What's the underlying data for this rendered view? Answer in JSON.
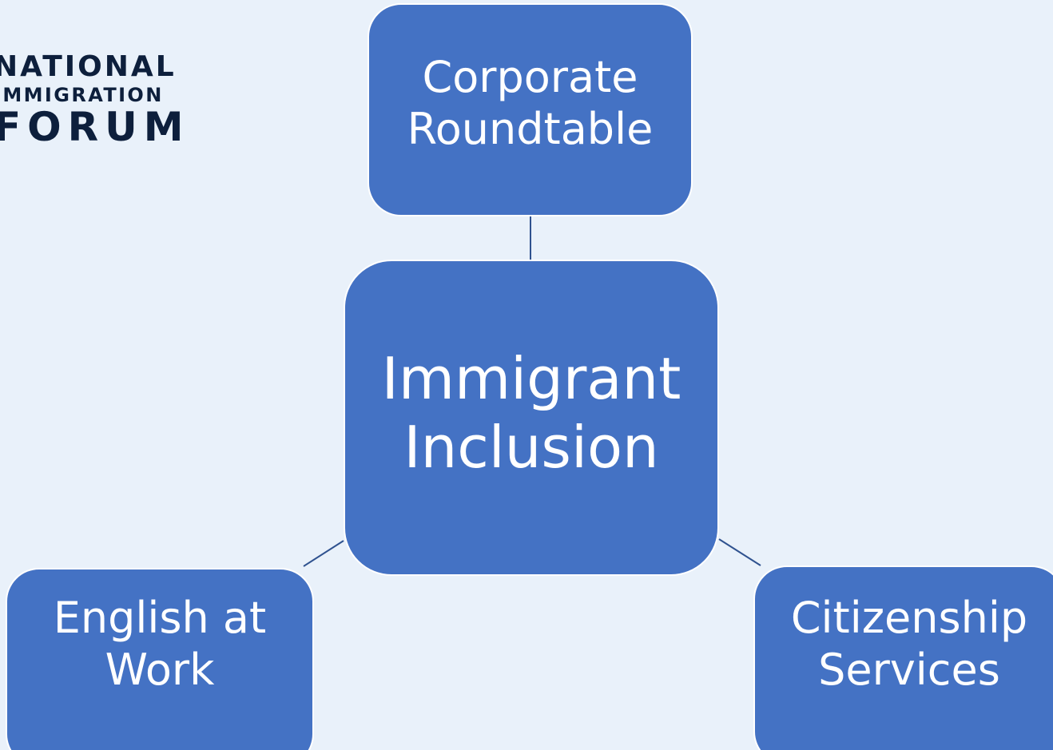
{
  "colors": {
    "background": "#e9f1fa",
    "node_fill": "#4472c4",
    "node_border": "#ffffff",
    "node_text": "#ffffff",
    "connector": "#2f528f",
    "logo_text": "#0d1f3c"
  },
  "logo": {
    "line1": "NATIONAL",
    "line2": "IMMIGRATION",
    "line3": "FORUM"
  },
  "diagram": {
    "center": {
      "label": "Immigrant\nInclusion"
    },
    "nodes": [
      {
        "label": "Corporate\nRoundtable"
      },
      {
        "label": "English at\nWork"
      },
      {
        "label": "Citizenship\nServices"
      }
    ]
  }
}
